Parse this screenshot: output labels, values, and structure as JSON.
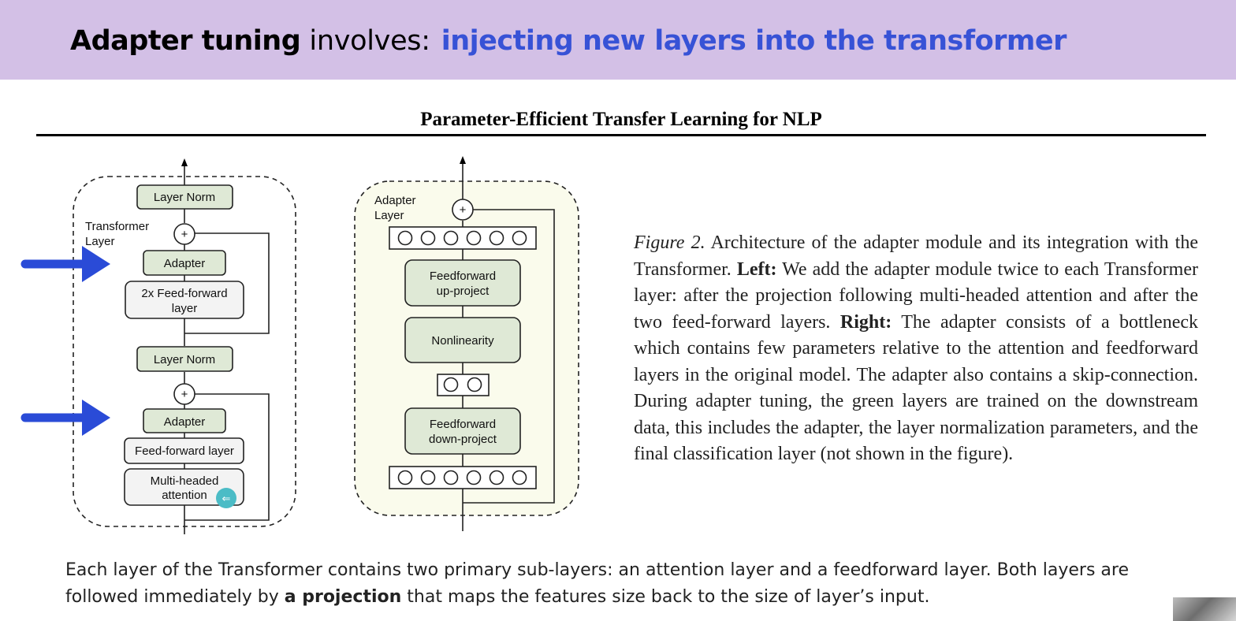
{
  "slide": {
    "title_bold": "Adapter tuning",
    "title_regular": "involves:",
    "title_highlight": "injecting new layers into the transformer",
    "highlight_color": "#3752d6",
    "header_bg": "#d3c0e6"
  },
  "figure": {
    "paper_title": "Parameter-Efficient Transfer Learning for NLP",
    "left_diagram": {
      "group_label": [
        "Transformer",
        "Layer"
      ],
      "layer_norm_top": "Layer Norm",
      "adapter_top": "Adapter",
      "feed_forward_2x": [
        "2x Feed-forward",
        "layer"
      ],
      "layer_norm_bottom": "Layer Norm",
      "adapter_bottom": "Adapter",
      "feed_forward_layer": "Feed-forward layer",
      "multi_headed_attention": [
        "Multi-headed",
        "attention"
      ],
      "plus": "+",
      "back_icon": "⇐"
    },
    "right_diagram": {
      "group_label": [
        "Adapter",
        "Layer"
      ],
      "ff_up": [
        "Feedforward",
        "up-project"
      ],
      "nonlinearity": "Nonlinearity",
      "ff_down": [
        "Feedforward",
        "down-project"
      ],
      "plus": "+"
    },
    "colors": {
      "green_box": "#dfe9d6",
      "gray_box": "#f3f3f3",
      "adapter_bg": "#fafbec",
      "arrow_blue": "#2a4bd7",
      "cursor_teal": "#4bbcc6"
    },
    "caption": {
      "fig_label": "Figure 2.",
      "text_1": "Architecture of the adapter module and its integration with the Transformer.",
      "left_label": "Left:",
      "text_2": "We add the adapter module twice to each Transformer layer: after the projection following multi-headed attention and after the two feed-forward layers.",
      "right_label": "Right:",
      "text_3": "The adapter consists of a bottleneck which contains few parameters relative to the attention and feedforward layers in the original model. The adapter also contains a skip-connection. During adapter tuning, the green layers are trained on the downstream data, this includes the adapter, the layer normalization parameters, and the final classification layer (not shown in the figure)."
    }
  },
  "note": {
    "text_1": "Each layer of the Transformer contains  two primary sub-layers: an attention layer and a feedforward layer. Both layers are followed immediately by",
    "bold": "a projection",
    "text_2": "that maps the features size back to the size of layer’s input."
  }
}
